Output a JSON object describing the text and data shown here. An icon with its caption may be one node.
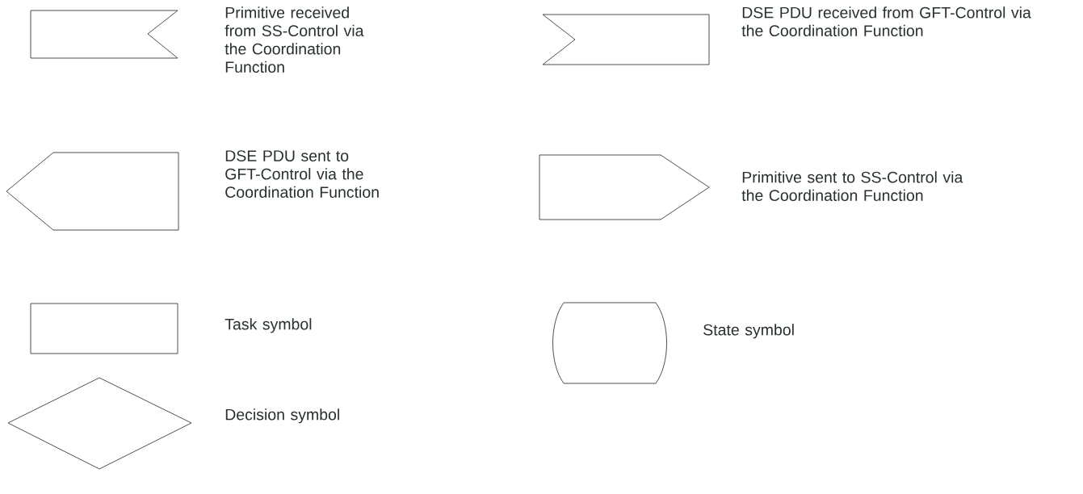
{
  "diagram": {
    "nodes": [
      {
        "text": [],
        "shape": "flag",
        "beside": [
          "Primitive received from SS-Control via the Coordination Function"
        ]
      },
      {
        "text": [],
        "shape": "flag",
        "beside": [
          "DSE PDU received from GFT-Control via the Coordination Function"
        ]
      },
      {
        "text": [],
        "shape": "pentagon",
        "beside": [
          "DSE PDU sent to GFT-Control via the Coordination Function"
        ]
      },
      {
        "text": [],
        "shape": "pentagon",
        "beside": [
          "Primitive sent to SS-Control via the Coordination Function"
        ]
      },
      {
        "text": [],
        "shape": "box",
        "beside": [
          "Task symbol"
        ]
      },
      {
        "text": [],
        "shape": "stadium",
        "beside": [
          "State symbol"
        ]
      },
      {
        "text": [],
        "shape": "diamond",
        "beside": [
          "Decision symbol"
        ]
      }
    ]
  }
}
